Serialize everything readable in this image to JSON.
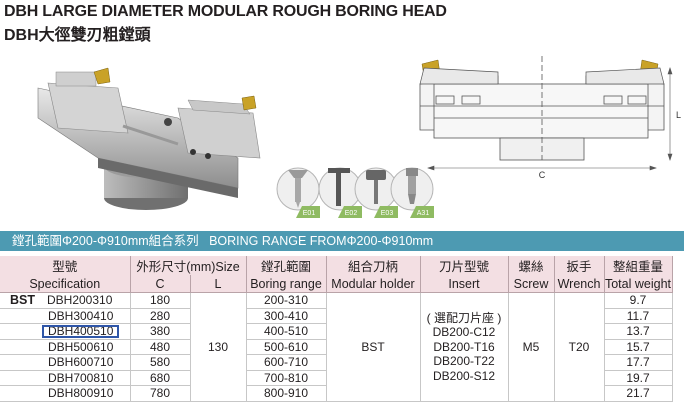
{
  "title": {
    "en": "DBH LARGE DIAMETER MODULAR ROUGH BORING HEAD",
    "zh": "DBH大徑雙刃粗鏜頭"
  },
  "accessories": [
    {
      "code": "E01"
    },
    {
      "code": "E02"
    },
    {
      "code": "E03"
    },
    {
      "code": "A31"
    }
  ],
  "drawing": {
    "dim_c": "C",
    "dim_l": "L"
  },
  "banner": "鏜孔範圍Φ200-Φ910mm組合系列   BORING RANGE FROMΦ200-Φ910mm",
  "table": {
    "headers": {
      "spec_zh": "型號",
      "spec_en": "Specification",
      "size_zh": "外形尺寸(mm)Size",
      "size_c": "C",
      "size_l": "L",
      "range_zh": "鏜孔範圍",
      "range_en": "Boring range",
      "holder_zh": "組合刀柄",
      "holder_en": "Modular holder",
      "insert_zh": "刀片型號",
      "insert_en": "Insert",
      "screw_zh": "螺絲",
      "screw_en": "Screw",
      "wrench_zh": "扳手",
      "wrench_en": "Wrench",
      "weight_zh": "整組重量",
      "weight_en": "Total weight"
    },
    "series_label": "BST",
    "rows": [
      {
        "spec": "DBH200310",
        "c": "180",
        "range": "200-310",
        "weight": "9.7"
      },
      {
        "spec": "DBH300410",
        "c": "280",
        "range": "300-410",
        "weight": "11.7"
      },
      {
        "spec": "DBH400510",
        "c": "380",
        "range": "400-510",
        "weight": "13.7"
      },
      {
        "spec": "DBH500610",
        "c": "480",
        "range": "500-610",
        "weight": "15.7"
      },
      {
        "spec": "DBH600710",
        "c": "580",
        "range": "600-710",
        "weight": "17.7"
      },
      {
        "spec": "DBH700810",
        "c": "680",
        "range": "700-810",
        "weight": "19.7"
      },
      {
        "spec": "DBH800910",
        "c": "780",
        "range": "800-910",
        "weight": "21.7"
      }
    ],
    "shared": {
      "l": "130",
      "holder": "BST",
      "insert_note": "( 選配刀片座 )",
      "inserts": [
        "DB200-C12",
        "DB200-T16",
        "DB200-T22",
        "DB200-S12"
      ],
      "screw": "M5",
      "wrench": "T20"
    }
  }
}
